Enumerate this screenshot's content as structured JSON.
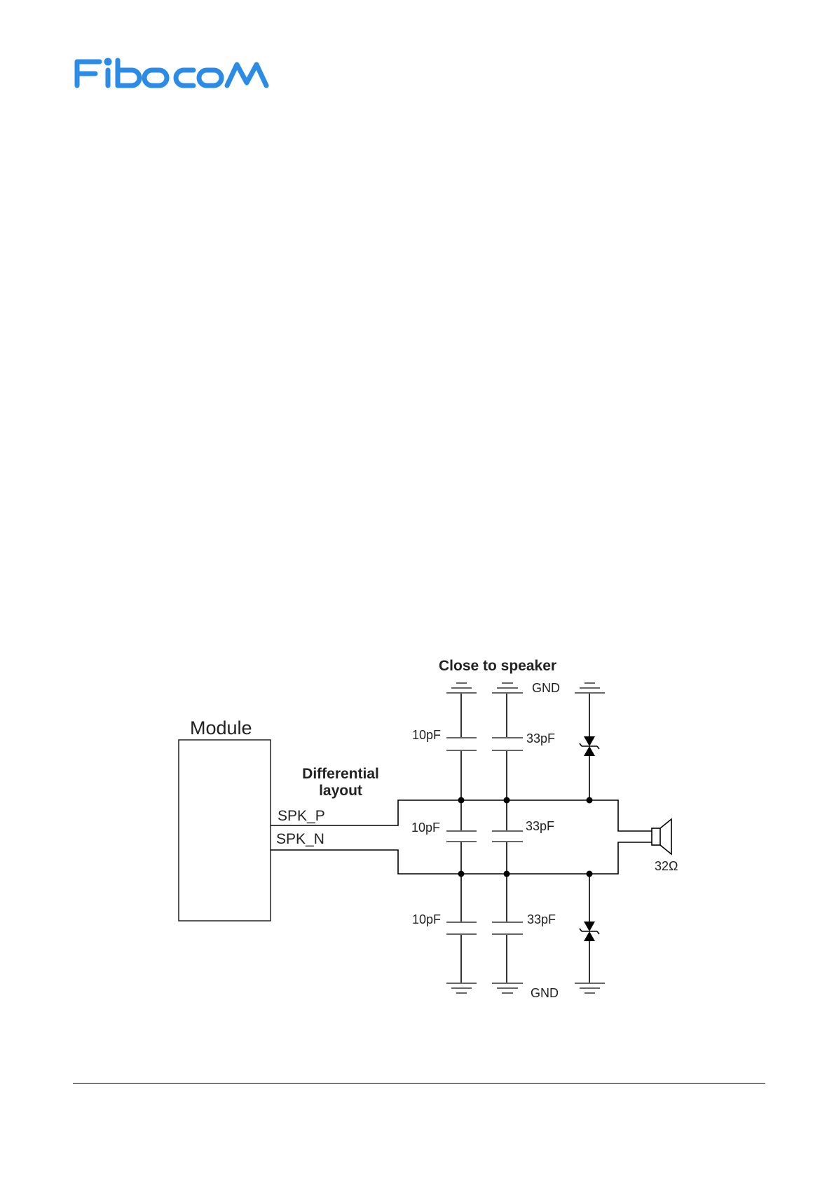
{
  "header": {
    "logo_text": "FIBOCOM",
    "brand_color": "#2b8ce8"
  },
  "diagram": {
    "title": "Close to speaker",
    "module_label": "Module",
    "layout_note_line1": "Differential",
    "layout_note_line2": "layout",
    "signal_p": "SPK_P",
    "signal_n": "SPK_N",
    "gnd_top": "GND",
    "gnd_bottom": "GND",
    "cap_10pf_top": "10pF",
    "cap_33pf_top": "33pF",
    "cap_10pf_mid": "10pF",
    "cap_33pf_mid": "33pF",
    "cap_10pf_bottom": "10pF",
    "cap_33pf_bottom": "33pF",
    "speaker_impedance": "32Ω"
  }
}
